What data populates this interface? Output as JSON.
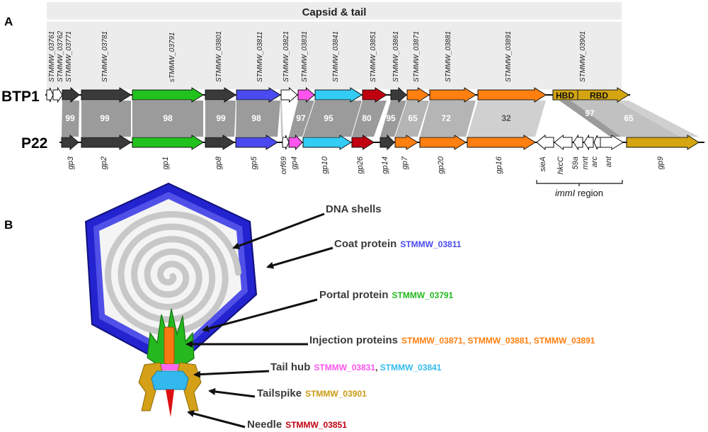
{
  "panel_a": {
    "letter": "A",
    "header": "Capsid & tail",
    "genome_top": "BTP1",
    "genome_bottom": "P22",
    "top_labels": [
      "STMMW_03761",
      "STMMW_03762",
      "STMMW_03771",
      "STMMW_03781",
      "sTMMW_03791",
      "STMMW_03801",
      "STMMW_03811",
      "STMMW_03821",
      "STMMW_03831",
      "STMMW_03841",
      "STMMW_03851",
      "STMMW_03861",
      "STMMW_03871",
      "STMMW_03881",
      "STMMW_03891",
      "STMMW_03901"
    ],
    "bottom_labels": [
      "gp3",
      "gp2",
      "gp1",
      "gp8",
      "gp5",
      "orf69",
      "gp4",
      "gp10",
      "gp26",
      "gp14",
      "gp7",
      "gp20",
      "gp16",
      "sieA",
      "hkcC",
      "59a",
      "mnt",
      "arc",
      "ant",
      "gp9"
    ],
    "identities": [
      "99",
      "99",
      "98",
      "99",
      "98",
      "97",
      "95",
      "80",
      "95",
      "65",
      "72",
      "32",
      "97",
      "65"
    ],
    "domains": [
      "HBD",
      "RBD"
    ],
    "region_prefix": "immI",
    "region_suffix": " region",
    "colors": {
      "dark": "#3a3a3a",
      "green": "#22c21e",
      "blue": "#4a4af0",
      "magenta": "#ff55ee",
      "cyan": "#33ccf5",
      "red": "#c00010",
      "orange": "#ff7f10",
      "gold": "#d4a510",
      "white": "#ffffff"
    }
  },
  "panel_b": {
    "letter": "B",
    "labels": [
      {
        "name": "DNA shells",
        "ids": []
      },
      {
        "name": "Coat protein",
        "ids": [
          {
            "text": "STMMW_03811",
            "color": "#4a4af0"
          }
        ]
      },
      {
        "name": "Portal protein",
        "ids": [
          {
            "text": "STMMW_03791",
            "color": "#22b81e"
          }
        ]
      },
      {
        "name": "Injection proteins",
        "ids": [
          {
            "text": "STMMW_03871, STMMW_03881, STMMW_03891",
            "color": "#ff7f10"
          }
        ]
      },
      {
        "name": "Tail hub",
        "ids": [
          {
            "text": "STMMW_03831",
            "color": "#ff55ee"
          },
          {
            "text": ", ",
            "color": "#333333"
          },
          {
            "text": "STMMW_03841",
            "color": "#33bbee"
          }
        ]
      },
      {
        "name": "Tailspike",
        "ids": [
          {
            "text": "STMMW_03901",
            "color": "#c99a10"
          }
        ]
      },
      {
        "name": "Needle",
        "ids": [
          {
            "text": "STMMW_03851",
            "color": "#c00010"
          }
        ]
      }
    ]
  }
}
